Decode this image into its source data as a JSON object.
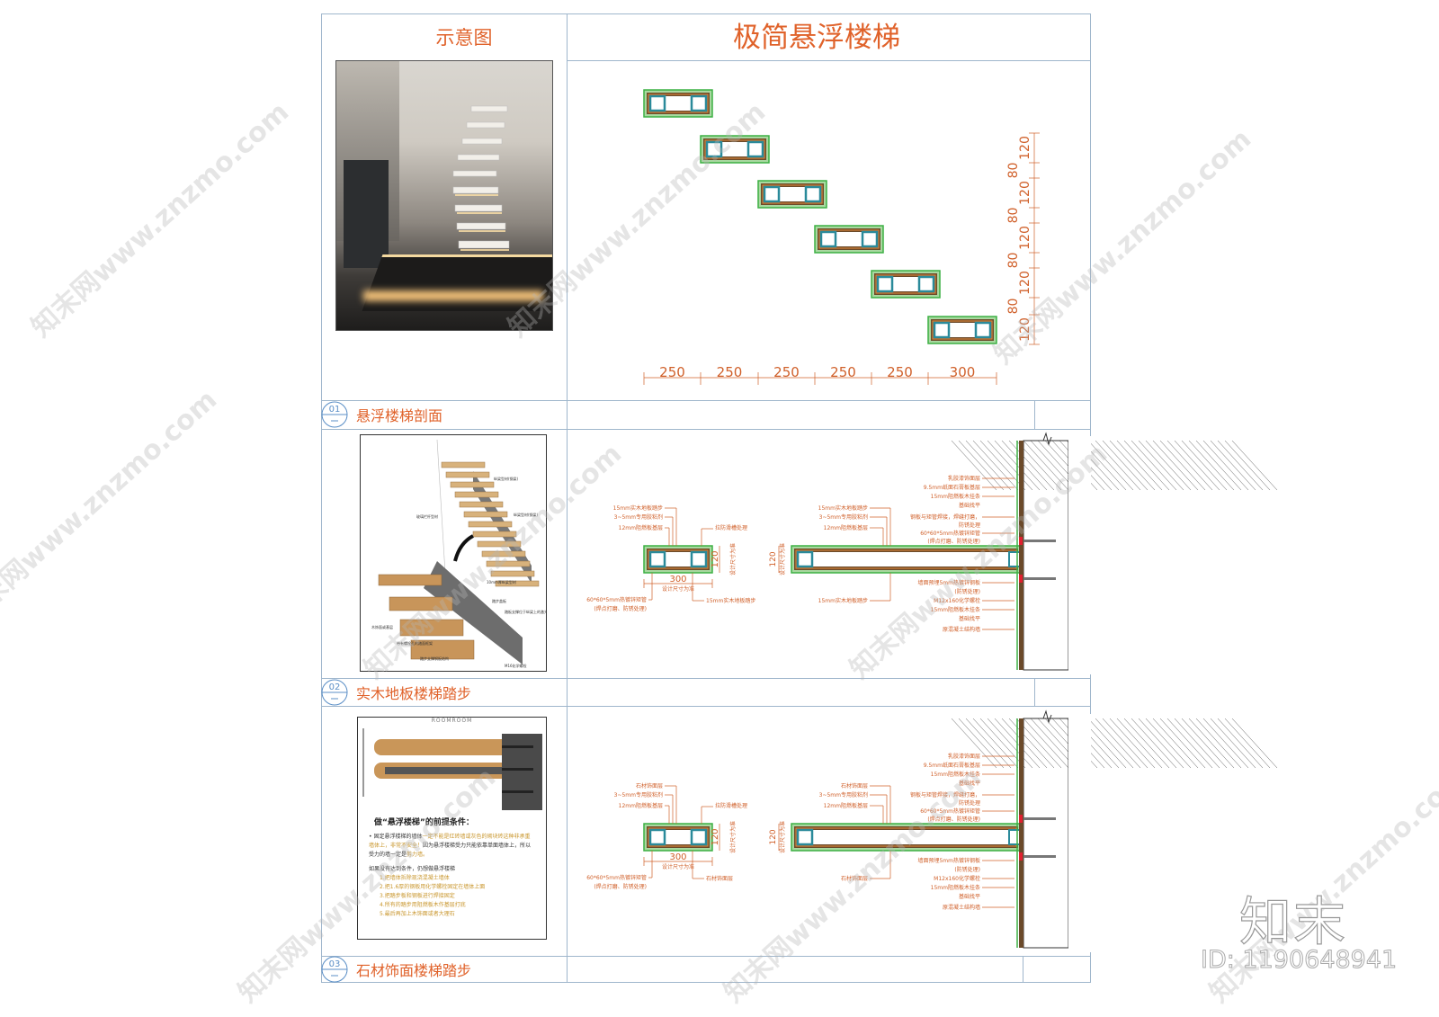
{
  "header": {
    "left_title": "示意图",
    "main_title": "极简悬浮楼梯"
  },
  "colors": {
    "accent": "#e0622a",
    "frame": "#9fb6cc",
    "tread_green": "#3cb043",
    "tube_teal": "#2a8a9a"
  },
  "plan": {
    "horizontal_dims": [
      "250",
      "250",
      "250",
      "250",
      "250",
      "300"
    ],
    "vertical_dims": [
      "120",
      "80",
      "120",
      "80",
      "120",
      "80",
      "120",
      "80",
      "120"
    ]
  },
  "sections": [
    {
      "number": "01",
      "title": "悬浮楼梯剖面"
    },
    {
      "number": "02",
      "title": "实木地板楼梯踏步"
    },
    {
      "number": "03",
      "title": "石材饰面楼梯踏步"
    }
  ],
  "detail_wood": {
    "small_top": [
      "15mm实木地板踏步",
      "3~5mm专用胶粘剂",
      "12mm阻燃板基层"
    ],
    "anti_slip": "拉防滑槽处理",
    "width_dim": "300",
    "height_dim": "120",
    "design_note": "设计尺寸为准",
    "small_bottom_left": [
      "60*60*5mm热镀锌矩管",
      "(焊点打磨、防锈处理)"
    ],
    "small_bottom_right": "15mm实木地板踏步",
    "long_top": [
      "15mm实木地板踏步",
      "3~5mm专用胶粘剂",
      "12mm阻燃板基层"
    ],
    "long_bottom": "15mm实木地板踏步"
  },
  "detail_stone": {
    "small_top": [
      "石材饰面层",
      "3~5mm专用胶粘剂",
      "12mm阻燃板基层"
    ],
    "anti_slip": "拉防滑槽处理",
    "width_dim": "300",
    "height_dim": "120",
    "design_note": "设计尺寸为准",
    "small_bottom_left": [
      "60*60*5mm热镀锌矩管",
      "(焊点打磨、防锈处理)"
    ],
    "small_bottom_right": "石材饰面层",
    "long_top": [
      "石材饰面层",
      "3~5mm专用胶粘剂",
      "12mm阻燃板基层"
    ],
    "long_bottom": "石材饰面层"
  },
  "wall_labels": [
    "乳胶漆饰面层",
    "9.5mm纸面石膏板基层",
    "15mm阻燃板木挂条",
    "基础找平",
    "钢板与矩管焊接，焊缝打磨，",
    "防锈处理",
    "60*60*5mm热镀锌矩管",
    "(焊点打磨、防锈处理)",
    "墙面预埋5mm热镀锌钢板",
    "(防锈处理)",
    "M12x160化学螺栓",
    "15mm阻燃板木挂条",
    "基础找平",
    "原混凝土结构墙"
  ],
  "stair_diagram_labels": [
    "纵梁型材(钢梁)",
    "玻璃栏杆型材",
    "纵梁型材(钢梁)",
    "10mm厚纵梁型材",
    "踏步盖板",
    "踏板支撑位于纵梁上的激光切割槽内",
    "木饰面或基层",
    "带有螺栓孔的踏面框架",
    "踏步支撑钢板结构",
    "M16化学螺栓"
  ],
  "conditions": {
    "brand": "ROOMROOM",
    "heading": "做“悬浮楼梯”的前提条件：",
    "p1_a": "固定悬浮楼梯的墙体",
    "p1_b": "一定不能是红砖墙或灰色的砌块砖这种非承重墙体上，非常不安全！",
    "p1_c": "因为悬浮楼梯受力只能依靠单面墙体上，所以受力的墙一定是",
    "p1_d": "剪力墙。",
    "p2": "如果没有达到条件，仍想做悬浮楼梯",
    "steps": [
      "1.把墙体拆除现浇混凝土墙体",
      "2.把1.6厚的钢板用化学螺栓固定在墙体上面",
      "3.把踏步板和钢板进行焊接固定",
      "4.所有的踏步用阻燃板木作基层打底",
      "5.最后再加上木饰面或者大理石"
    ]
  },
  "watermark": {
    "text": "知末网www.znzmo.com",
    "logo": "知末",
    "id": "ID: 1190648941"
  }
}
